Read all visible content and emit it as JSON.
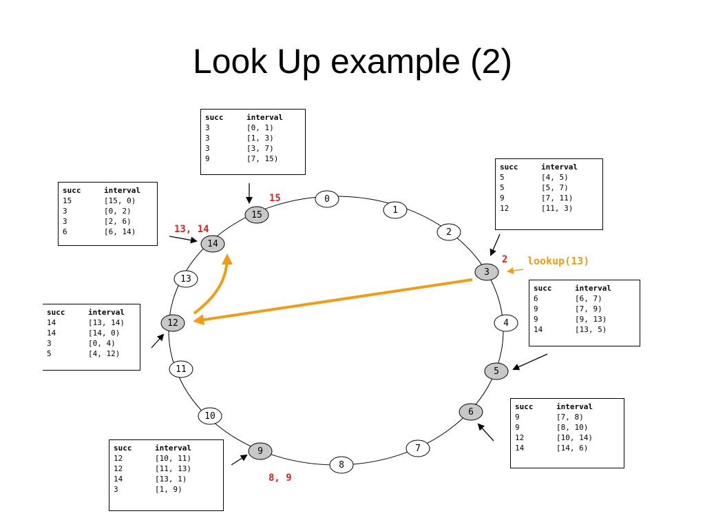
{
  "title": "Look Up example (2)",
  "ring": {
    "nodes": [
      {
        "id": "0",
        "active": false
      },
      {
        "id": "1",
        "active": false
      },
      {
        "id": "2",
        "active": false
      },
      {
        "id": "3",
        "active": true
      },
      {
        "id": "4",
        "active": false
      },
      {
        "id": "5",
        "active": true
      },
      {
        "id": "6",
        "active": true
      },
      {
        "id": "7",
        "active": false
      },
      {
        "id": "8",
        "active": false
      },
      {
        "id": "9",
        "active": true
      },
      {
        "id": "10",
        "active": false
      },
      {
        "id": "11",
        "active": false
      },
      {
        "id": "12",
        "active": true
      },
      {
        "id": "13",
        "active": false
      },
      {
        "id": "14",
        "active": true
      },
      {
        "id": "15",
        "active": true
      }
    ],
    "active_fill": "#c8c8c8",
    "inactive_fill": "#ffffff"
  },
  "notes": {
    "n15": "15",
    "n14": "13, 14",
    "n3": "2",
    "n9": "8, 9",
    "lookup": "lookup(13)"
  },
  "colors": {
    "accent": "#f39c12",
    "note": "#e02020"
  },
  "tables": {
    "headers": {
      "succ": "succ",
      "interval": "interval"
    },
    "t15": [
      [
        "3",
        "[0, 1)"
      ],
      [
        "3",
        "[1, 3)"
      ],
      [
        "3",
        "[3, 7)"
      ],
      [
        "9",
        "[7, 15)"
      ]
    ],
    "t3": [
      [
        "5",
        "[4, 5)"
      ],
      [
        "5",
        "[5, 7)"
      ],
      [
        "9",
        "[7, 11)"
      ],
      [
        "12",
        "[11, 3)"
      ]
    ],
    "t14": [
      [
        "15",
        "[15, 0)"
      ],
      [
        "3",
        "[0, 2)"
      ],
      [
        "3",
        "[2, 6)"
      ],
      [
        "6",
        "[6, 14)"
      ]
    ],
    "t5": [
      [
        "6",
        "[6, 7)"
      ],
      [
        "9",
        "[7, 9)"
      ],
      [
        "9",
        "[9, 13)"
      ],
      [
        "14",
        "[13, 5)"
      ]
    ],
    "t12": [
      [
        "14",
        "[13, 14)"
      ],
      [
        "14",
        "[14, 0)"
      ],
      [
        "3",
        "[0, 4)"
      ],
      [
        "5",
        "[4, 12)"
      ]
    ],
    "t6": [
      [
        "9",
        "[7, 8)"
      ],
      [
        "9",
        "[8, 10)"
      ],
      [
        "12",
        "[10, 14)"
      ],
      [
        "14",
        "[14, 6)"
      ]
    ],
    "t9": [
      [
        "12",
        "[10, 11)"
      ],
      [
        "12",
        "[11, 13)"
      ],
      [
        "14",
        "[13, 1)"
      ],
      [
        "3",
        "[1, 9)"
      ]
    ]
  }
}
